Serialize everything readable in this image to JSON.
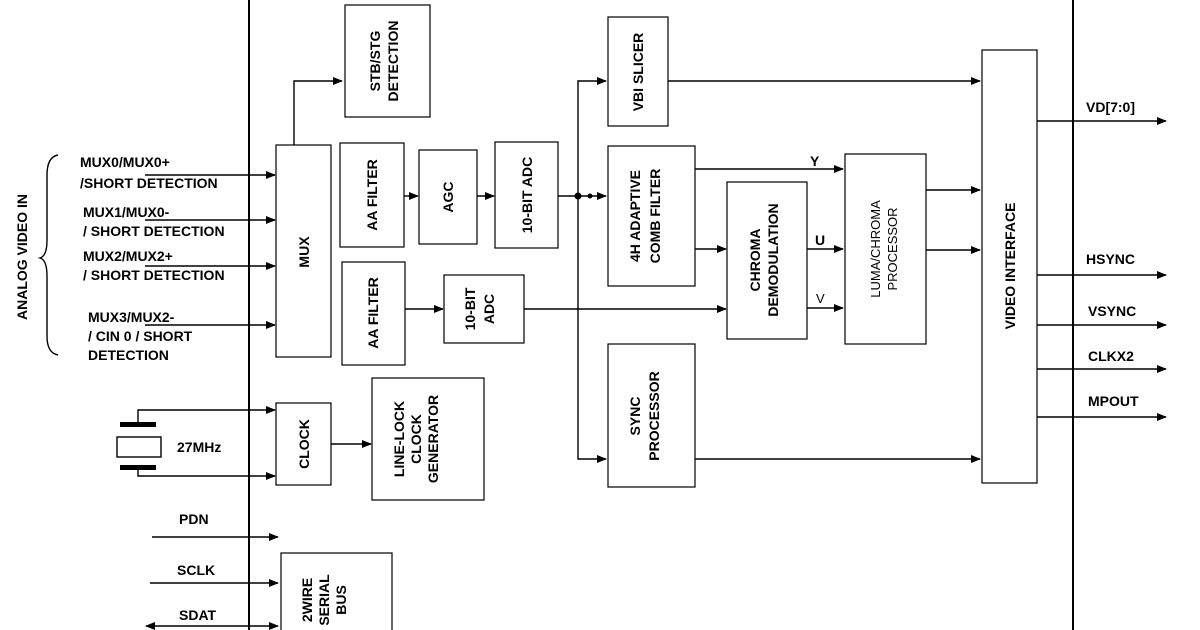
{
  "side_label": "ANALOG VIDEO IN",
  "inputs": {
    "mux0": [
      "MUX0/MUX0+",
      "/SHORT DETECTION"
    ],
    "mux1": [
      "MUX1/MUX0-",
      "/ SHORT DETECTION"
    ],
    "mux2": [
      "MUX2/MUX2+",
      "/ SHORT DETECTION"
    ],
    "mux3": [
      "MUX3/MUX2-",
      "/ CIN 0 / SHORT",
      "DETECTION"
    ]
  },
  "crystal": "27MHz",
  "controls": {
    "pdn": "PDN",
    "sclk": "SCLK",
    "sdat": "SDAT"
  },
  "blocks": {
    "stb": [
      "STB/STG",
      "DETECTION"
    ],
    "mux": "MUX",
    "aa_filter_1": "AA FILTER",
    "agc": "AGC",
    "adc_1": "10-BIT ADC",
    "aa_filter_2": "AA FILTER",
    "adc_2": [
      "10-BIT",
      "ADC"
    ],
    "vbi": "VBI SLICER",
    "comb": [
      "4H ADAPTIVE",
      "COMB FILTER"
    ],
    "chroma": [
      "CHROMA",
      "DEMODULATION"
    ],
    "luma": [
      "LUMA/CHROMA",
      "PROCESSOR"
    ],
    "sync": [
      "SYNC",
      "PROCESSOR"
    ],
    "video_if": "VIDEO INTERFACE",
    "clock": "CLOCK",
    "linelock": [
      "LINE-LOCK",
      "CLOCK",
      "GENERATOR"
    ],
    "serial": [
      "2WIRE",
      "SERIAL",
      "BUS"
    ]
  },
  "signals": {
    "y": "Y",
    "u": "U",
    "v": "V"
  },
  "outputs": {
    "vd": "VD[7:0]",
    "hsync": "HSYNC",
    "vsync": "VSYNC",
    "clkx2": "CLKX2",
    "mpout": "MPOUT"
  }
}
